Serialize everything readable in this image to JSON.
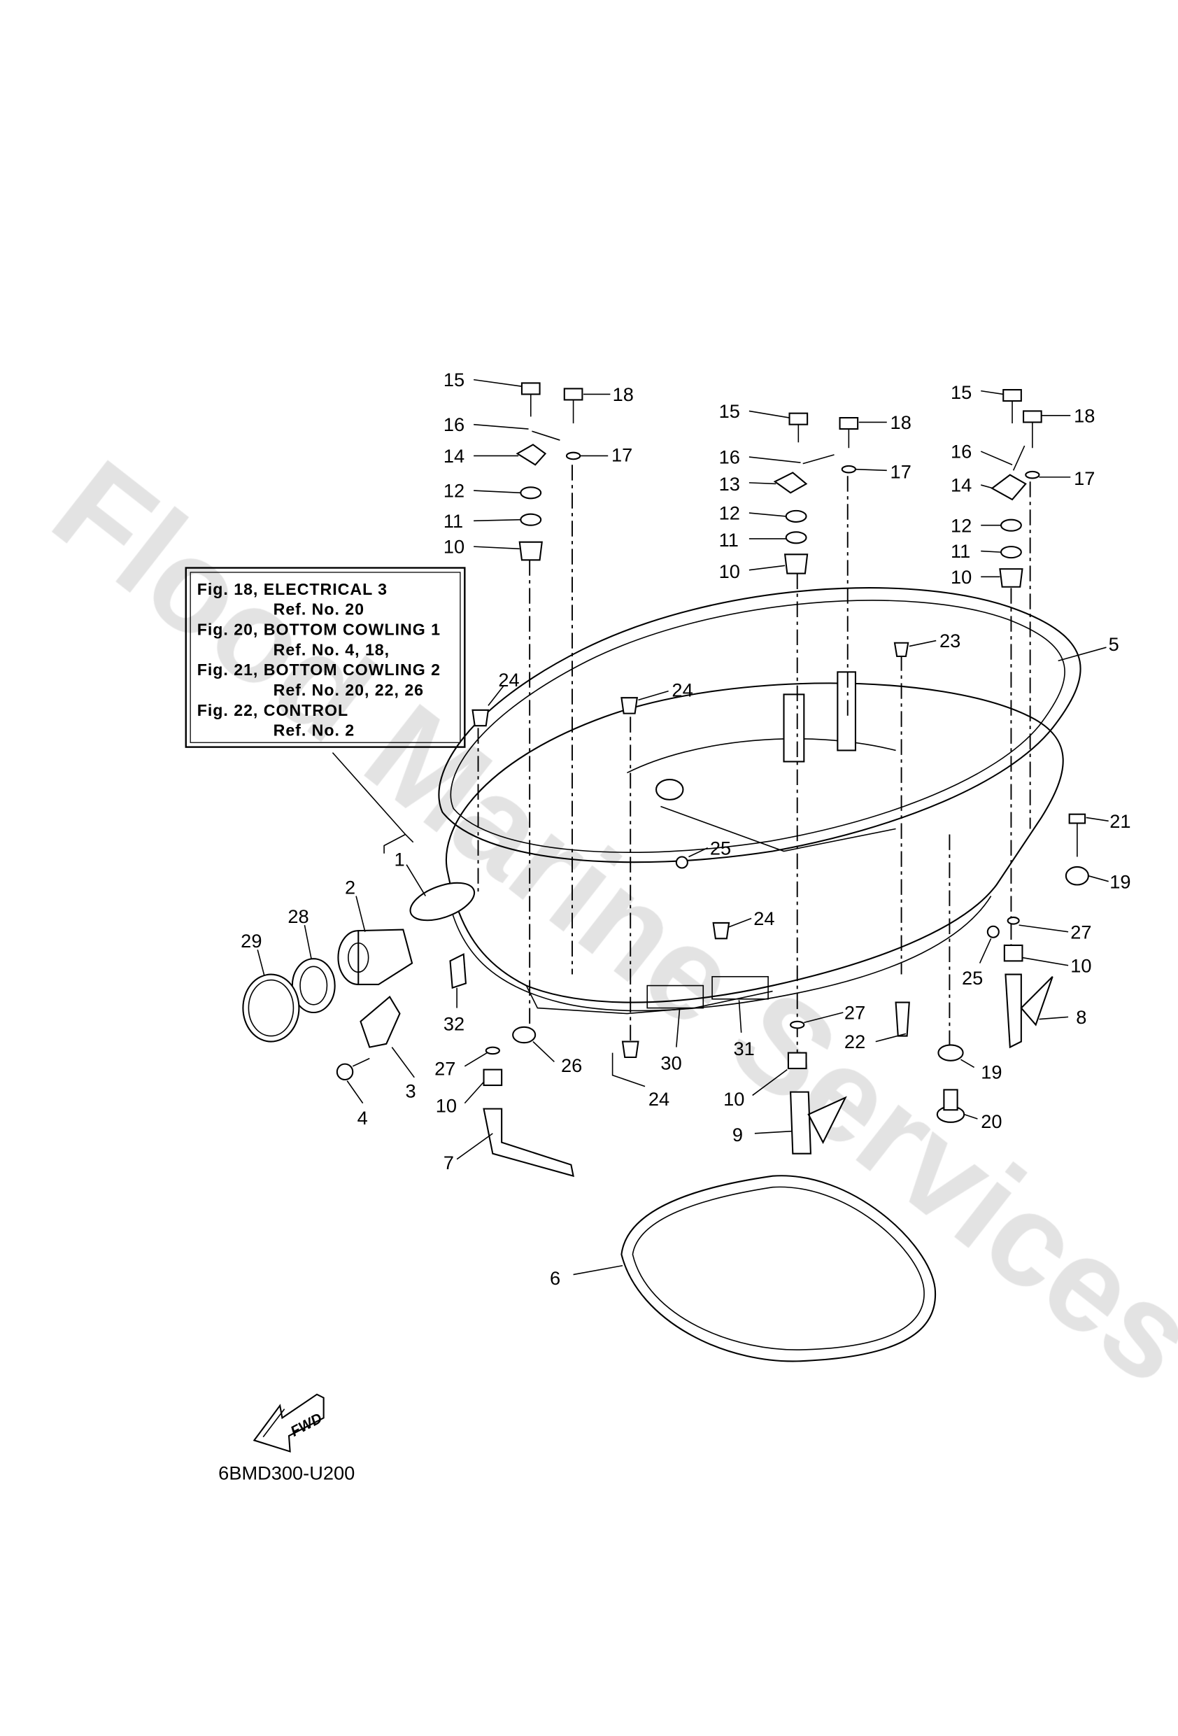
{
  "watermark": "Flood Marine Services",
  "reference_box": {
    "lines": [
      "Fig. 18, ELECTRICAL 3",
      "Ref. No. 20",
      "Fig. 20, BOTTOM COWLING 1",
      "Ref. No. 4, 18,",
      "Fig. 21, BOTTOM COWLING 2",
      "Ref. No. 20, 22, 26",
      "Fig. 22, CONTROL",
      "Ref. No. 2"
    ]
  },
  "callouts": [
    "15",
    "18",
    "16",
    "17",
    "14",
    "12",
    "11",
    "10",
    "15",
    "18",
    "16",
    "17",
    "13",
    "12",
    "11",
    "10",
    "15",
    "18",
    "16",
    "17",
    "14",
    "12",
    "11",
    "10",
    "23",
    "5",
    "24",
    "24",
    "21",
    "25",
    "19",
    "1",
    "2",
    "28",
    "29",
    "24",
    "27",
    "25",
    "10",
    "8",
    "32",
    "27",
    "22",
    "30",
    "31",
    "27",
    "26",
    "3",
    "24",
    "19",
    "10",
    "4",
    "10",
    "20",
    "9",
    "7",
    "6"
  ],
  "fwd_arrow": "FWD",
  "diagram_code": "6BMD300-U200"
}
